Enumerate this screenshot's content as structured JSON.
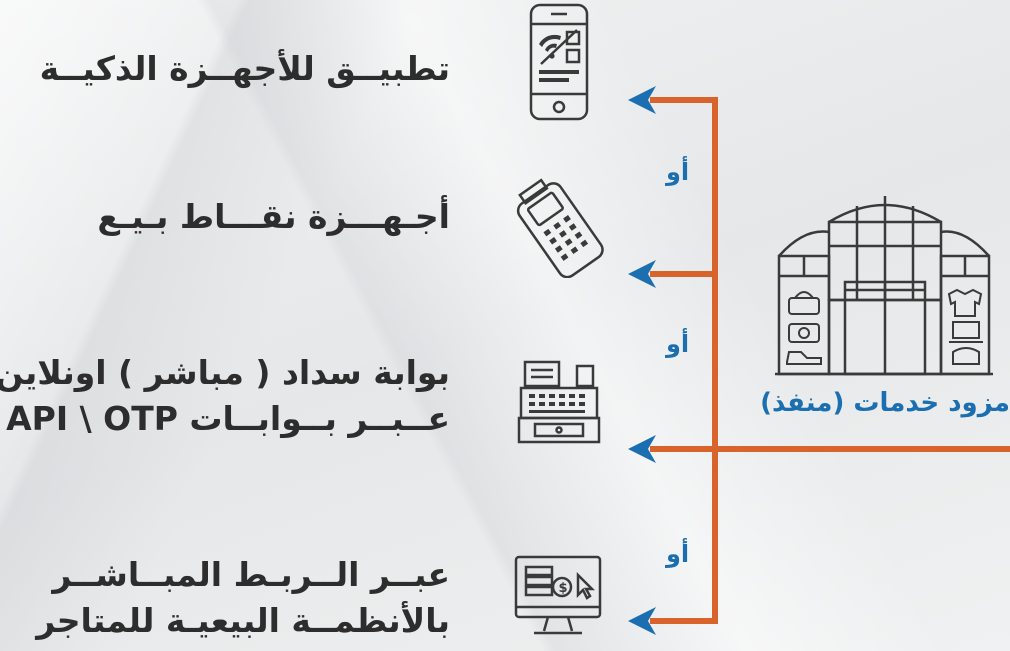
{
  "channels": [
    {
      "lines": [
        "تطبيــق للأجهــزة الذكيــة"
      ],
      "icon": "smartphone-qr-icon"
    },
    {
      "lines": [
        "أجـهـــزة نقـــاط بـيـع"
      ],
      "icon": "pos-terminal-icon"
    },
    {
      "lines": [
        "بوابة سداد ( مباشر ) اونلاين",
        "عــبــر بــوابــات API \\ OTP"
      ],
      "icon": "cash-register-icon"
    },
    {
      "lines": [
        "عبــر الــربـط المبــاشــر",
        "بالأنظمــة البيعيـة للمتاجر"
      ],
      "icon": "monitor-payment-icon"
    }
  ],
  "connector_label": "أو",
  "provider_label": "مزود خدمات (منفذ)",
  "colors": {
    "line": "#d9642b",
    "arrow": "#1b6fb0",
    "text": "#2d2d2d",
    "accent": "#1b6fb0",
    "icon": "#3a3a3a"
  }
}
